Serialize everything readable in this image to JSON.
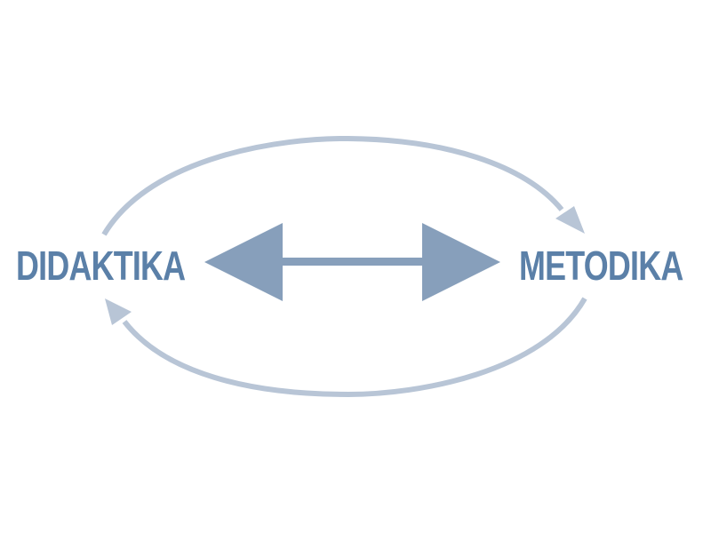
{
  "diagram": {
    "left_node": {
      "label": "DIDAKTIKA"
    },
    "right_node": {
      "label": "METODIKA"
    },
    "relations": [
      {
        "from": "DIDAKTIKA",
        "to": "METODIKA",
        "type": "curved-arrow-top"
      },
      {
        "from": "METODIKA",
        "to": "DIDAKTIKA",
        "type": "curved-arrow-bottom"
      },
      {
        "between": [
          "DIDAKTIKA",
          "METODIKA"
        ],
        "type": "double-headed-arrow"
      }
    ]
  },
  "colors": {
    "text": "#5b80a8",
    "center_arrow": "#879fbb",
    "cycle_arrows": "#b8c5d6",
    "background": "#ffffff"
  }
}
